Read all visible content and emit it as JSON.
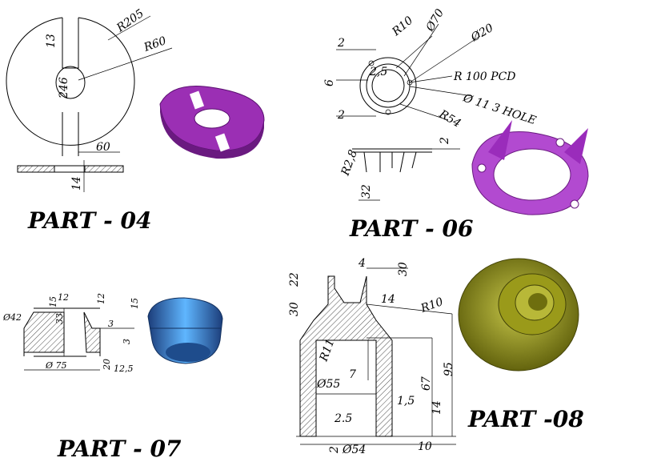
{
  "parts": {
    "p04": {
      "title": "PART - 04",
      "dims": [
        "R205",
        "R60",
        "13",
        "246",
        "60",
        "14"
      ]
    },
    "p06": {
      "title": "PART - 06",
      "dims": [
        "R10",
        "Ø70",
        "Ø20",
        "2",
        "2,5",
        "6",
        "R 100  PCD",
        "Ø 11 3 HOLE",
        "2",
        "R54",
        "R2,8",
        "2",
        "32"
      ]
    },
    "p07": {
      "title": "PART - 07",
      "dims": [
        "15",
        "12",
        "12",
        "15",
        "Ø42",
        "33",
        "3",
        "3",
        "Ø 75",
        "20",
        "12,5"
      ]
    },
    "p08": {
      "title": "PART -08",
      "dims": [
        "4",
        "30",
        "22",
        "14",
        "30",
        "R10",
        "R11",
        "7",
        "95",
        "67",
        "Ø55",
        "1,5",
        "14",
        "2.5",
        "2",
        "Ø54",
        "10"
      ]
    }
  },
  "colors": {
    "p04": "#9b2fb4",
    "p06": "#b24ad0",
    "p07": "#3a8fd6",
    "p08": "#8a8a12"
  }
}
